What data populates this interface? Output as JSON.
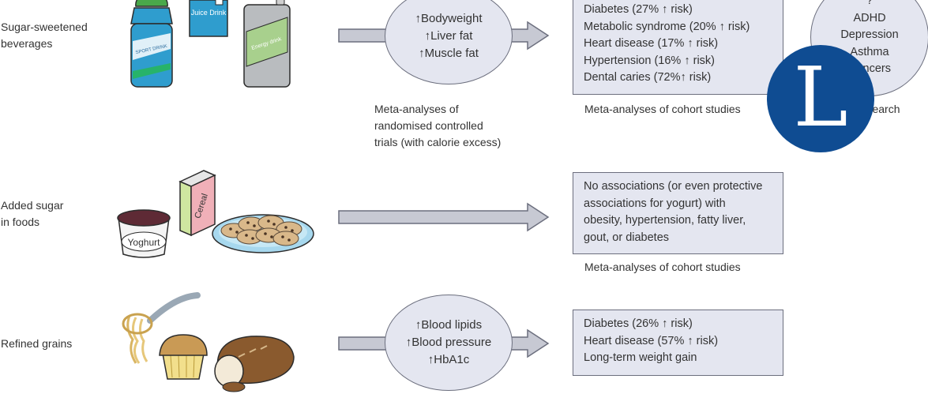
{
  "rows": [
    {
      "label": "Sugar-sweetened\nbeverages",
      "mediator": [
        "↑Bodyweight",
        "↑Liver fat",
        "↑Muscle fat"
      ],
      "mediator_caption": "Meta-analyses of\nrandomised controlled\ntrials (with calorie excess)",
      "outcomes": [
        "Diabetes (27% ↑ risk)",
        "Metabolic syndrome (20% ↑ risk)",
        "Heart disease (17% ↑ risk)",
        "Hypertension (16% ↑ risk)",
        "Dental caries (72%↑ risk)"
      ],
      "outcomes_caption": "Meta-analyses of cohort studies",
      "other_outcomes": [
        "?",
        "ADHD",
        "Depression",
        "Asthma",
        "Cancers"
      ],
      "other_caption": "Limited research"
    },
    {
      "label": "Added sugar\nin foods",
      "outcomes": [
        "No associations (or even protective",
        "associations for yogurt) with",
        "obesity, hypertension, fatty liver,",
        "gout, or diabetes"
      ],
      "outcomes_caption": "Meta-analyses of cohort studies"
    },
    {
      "label": "Refined grains",
      "mediator": [
        "↑Blood lipids",
        "↑Blood pressure",
        "↑HbA1c"
      ],
      "outcomes": [
        "Diabetes (26% ↑ risk)",
        "Heart disease (57% ↑ risk)",
        "Long-term weight gain"
      ]
    }
  ],
  "food_labels": {
    "sport_drink": "SPORT DRINK",
    "juice_drink": "Juice Drink",
    "energy_drink": "Energy drink",
    "cereal": "Cereal",
    "yoghurt": "Yoghurt"
  },
  "logo": {
    "letter": "L"
  },
  "colors": {
    "box_fill": "#e4e6f0",
    "box_border": "#6c6f7e",
    "arrow_fill": "#c7c9d3",
    "logo_blue": "#0f4c92"
  }
}
